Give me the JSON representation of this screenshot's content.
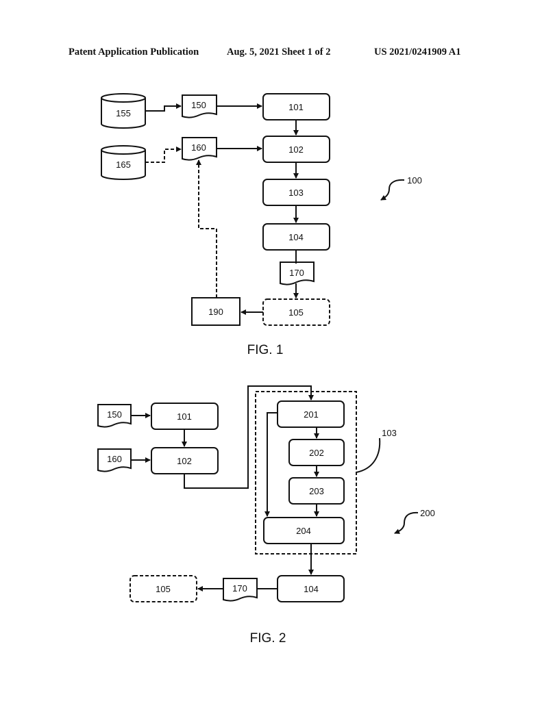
{
  "header": {
    "left": "Patent Application Publication",
    "middle": "Aug. 5, 2021   Sheet 1 of 2",
    "right": "US 2021/0241909 A1"
  },
  "fig1": {
    "caption": "FIG. 1",
    "ref": "100",
    "db155": "155",
    "db165": "165",
    "doc150": "150",
    "doc160": "160",
    "doc170": "170",
    "step101": "101",
    "step102": "102",
    "step103": "103",
    "step104": "104",
    "step105": "105",
    "box190": "190"
  },
  "fig2": {
    "caption": "FIG. 2",
    "ref": "200",
    "ref103": "103",
    "doc150": "150",
    "doc160": "160",
    "doc170": "170",
    "step101": "101",
    "step102": "102",
    "step201": "201",
    "step202": "202",
    "step203": "203",
    "step204": "204",
    "step104": "104",
    "step105": "105"
  }
}
